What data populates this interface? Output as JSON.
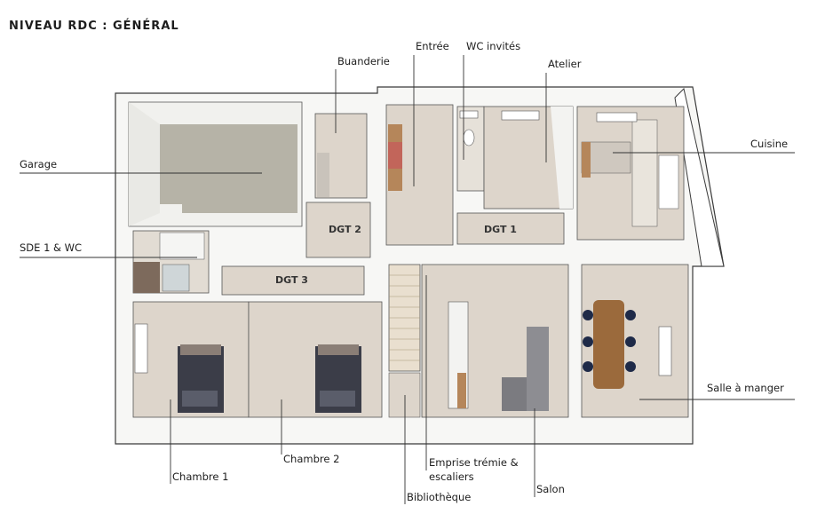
{
  "title": "NIVEAU RDC : GÉNÉRAL",
  "labels": {
    "garage": "Garage",
    "buanderie": "Buanderie",
    "entree": "Entrée",
    "wc_invites": "WC invités",
    "atelier": "Atelier",
    "cuisine": "Cuisine",
    "sde": "SDE 1 & WC",
    "salle_manger": "Salle à manger",
    "chambre1": "Chambre 1",
    "chambre2": "Chambre 2",
    "emprise": "Emprise trémie &",
    "escaliers": "escaliers",
    "bibliotheque": "Bibliothèque",
    "salon": "Salon"
  },
  "room_labels": {
    "dgt2": "DGT 2",
    "dgt1": "DGT 1",
    "dgt3": "DGT 3"
  },
  "colors": {
    "wall": "#ffffff",
    "wall_stroke": "#3a3a3a",
    "floor": "#ddd5cb",
    "garage_floor": "#b6b3a7",
    "wood": "#b5865a",
    "dark": "#3b3d48"
  }
}
